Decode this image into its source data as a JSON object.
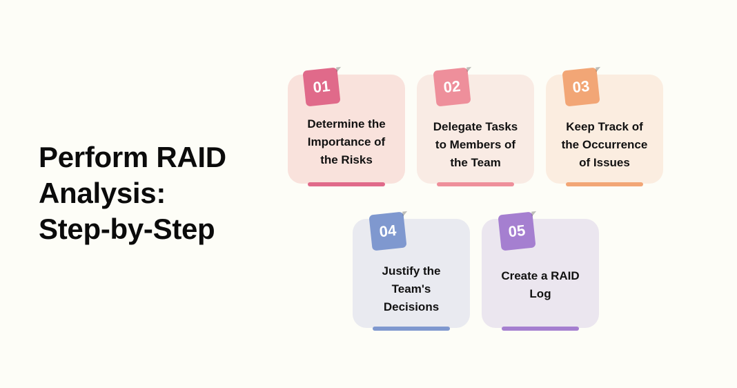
{
  "title": {
    "line1": "Perform RAID",
    "line2": "Analysis:",
    "line3": "Step-by-Step"
  },
  "steps": [
    {
      "number": "01",
      "lines": [
        "Determine the",
        "Importance of",
        "the Risks"
      ],
      "card_color": "#f9e2dc",
      "accent": "#e06a8a"
    },
    {
      "number": "02",
      "lines": [
        "Delegate Tasks",
        "to Members of",
        "the Team"
      ],
      "card_color": "#f9ebe4",
      "accent": "#ee8f9b"
    },
    {
      "number": "03",
      "lines": [
        "Keep Track of",
        "the Occurrence",
        "of Issues"
      ],
      "card_color": "#fbede0",
      "accent": "#f2a676"
    },
    {
      "number": "04",
      "lines": [
        "Justify the",
        "Team's",
        "Decisions"
      ],
      "card_color": "#e9eaf0",
      "accent": "#7f98cf"
    },
    {
      "number": "05",
      "lines": [
        "Create a RAID",
        "Log"
      ],
      "card_color": "#ebe6ef",
      "accent": "#a57fd0"
    }
  ]
}
